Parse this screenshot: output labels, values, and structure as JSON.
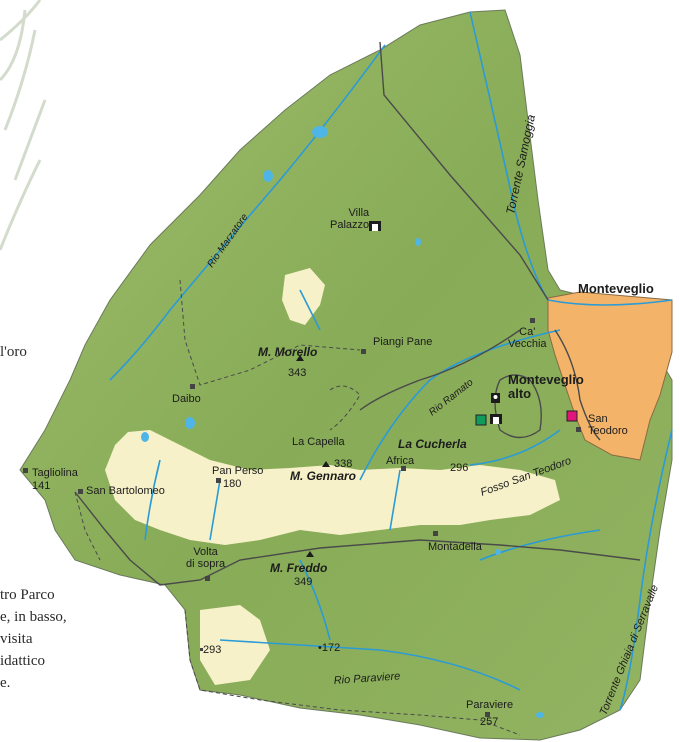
{
  "colors": {
    "park": "#8fb15f",
    "ridge": "#f7f1c9",
    "town": "#f3b46a",
    "water": "#2a9bd6",
    "road": "#4a4a4a"
  },
  "peaks": [
    {
      "name": "M. Morello",
      "elevation": "343"
    },
    {
      "name": "M. Gennaro",
      "elevation": "338"
    },
    {
      "name": "M. Freddo",
      "elevation": "349"
    },
    {
      "name": "La Cucherla",
      "elevation": "296"
    }
  ],
  "places": {
    "villa_palazzo": "Villa\nPalazzo",
    "piangi_pane": "Piangi Pane",
    "ca_vecchia": "Ca'\nVecchia",
    "monteveglio": "Monteveglio",
    "monteveglio_alto": "Monteveglio\nalto",
    "san_teodoro": "San\nTeodoro",
    "daibo": "Daibo",
    "la_capella": "La Capella",
    "africa": "Africa",
    "tagliolina": "Tagliolina",
    "tagliolina_elev": "141",
    "san_bartolomeo": "San Bartolomeo",
    "pan_perso": "Pan Perso",
    "pan_perso_elev": "180",
    "volta_di_sopra": "Volta\ndi sopra",
    "montadella": "Montadella",
    "paraviere": "Paraviere",
    "paraviere_elev": "257",
    "spot_293": "293",
    "spot_172": "•172"
  },
  "rivers": {
    "samoggia": "Torrente Samoggia",
    "marzatore": "Rio Marzatore",
    "ramato": "Rio Ramato",
    "fosso_san_teodoro": "Fosso San Teodoro",
    "paraviere": "Rio Paraviere",
    "ghiaia": "Torrente Ghiaia di Serravalle"
  },
  "sidebar_text": [
    "l'oro",
    "tro Parco",
    "e, in basso,",
    "visita",
    "idattico",
    "e."
  ]
}
